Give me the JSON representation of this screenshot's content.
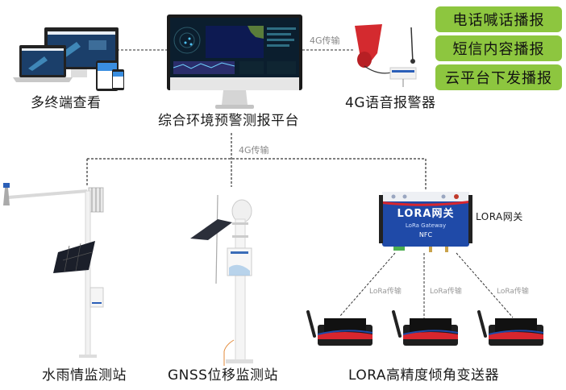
{
  "platform": {
    "label": "综合环境预警测报平台"
  },
  "multi_terminal": {
    "label": "多终端查看"
  },
  "alarm": {
    "label": "4G语音报警器"
  },
  "broadcast_modes": [
    {
      "label": "电话喊话播报"
    },
    {
      "label": "短信内容播报"
    },
    {
      "label": "云平台下发播报"
    }
  ],
  "links": {
    "top_4g": "4G传输",
    "mid_4g": "4G传输",
    "lora_1": "LoRa传输",
    "lora_2": "LoRa传输",
    "lora_3": "LoRa传输"
  },
  "gateway": {
    "label": "LORA网关",
    "device_text": "LORA网关",
    "device_subtext": "LoRa Gateway",
    "nfc": "NFC"
  },
  "stations": [
    {
      "label": "水雨情监测站"
    },
    {
      "label": "GNSS位移监测站"
    },
    {
      "label": "LORA高精度倾角变送器"
    }
  ],
  "colors": {
    "green": "#8dc63f",
    "gateway_blue": "#1f4aa8",
    "sensor_red": "#d8262e",
    "alarm_red": "#d42a2f"
  }
}
